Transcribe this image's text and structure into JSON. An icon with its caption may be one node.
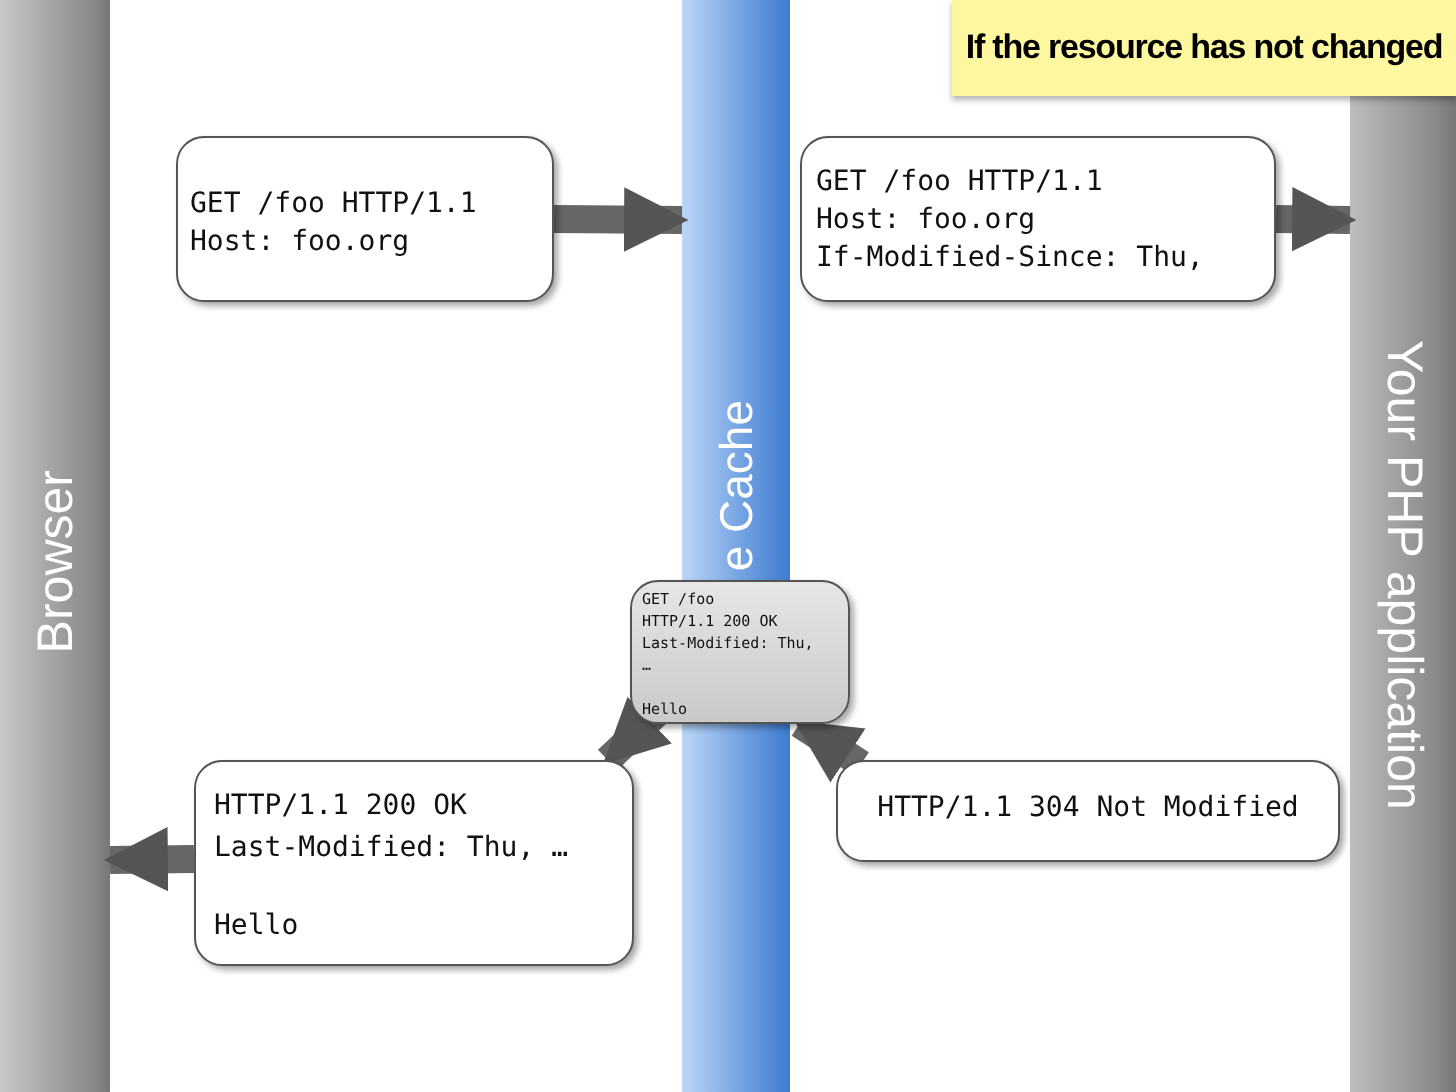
{
  "diagram": {
    "nodes": [
      {
        "text": [
          "Browser"
        ]
      },
      {
        "text": [
          "e Cache"
        ]
      },
      {
        "text": [
          "Your PHP application"
        ]
      },
      {
        "text": [
          "GET /foo HTTP/1.1",
          "Host: foo.org"
        ]
      },
      {
        "text": [
          "GET /foo HTTP/1.1",
          "Host: foo.org",
          "If-Modified-Since: Thu,"
        ]
      },
      {
        "text": [
          "GET /foo",
          "HTTP/1.1 200 OK",
          "Last-Modified: Thu,",
          "…",
          "Hello"
        ]
      },
      {
        "text": [
          "HTTP/1.1 304 Not Modified"
        ]
      },
      {
        "text": [
          "HTTP/1.1 200 OK",
          "Last-Modified: Thu, …",
          "Hello"
        ]
      }
    ],
    "edges": [
      {
        "from": 3,
        "to": 1,
        "arrow": "to"
      },
      {
        "from": 4,
        "to": 2,
        "arrow": "to"
      },
      {
        "from": 6,
        "to": 5,
        "arrow": "to"
      },
      {
        "from": 5,
        "to": 7,
        "arrow": "to"
      },
      {
        "from": 7,
        "to": 0,
        "arrow": "to"
      }
    ],
    "labels": [
      "If the resource has not changed"
    ]
  }
}
